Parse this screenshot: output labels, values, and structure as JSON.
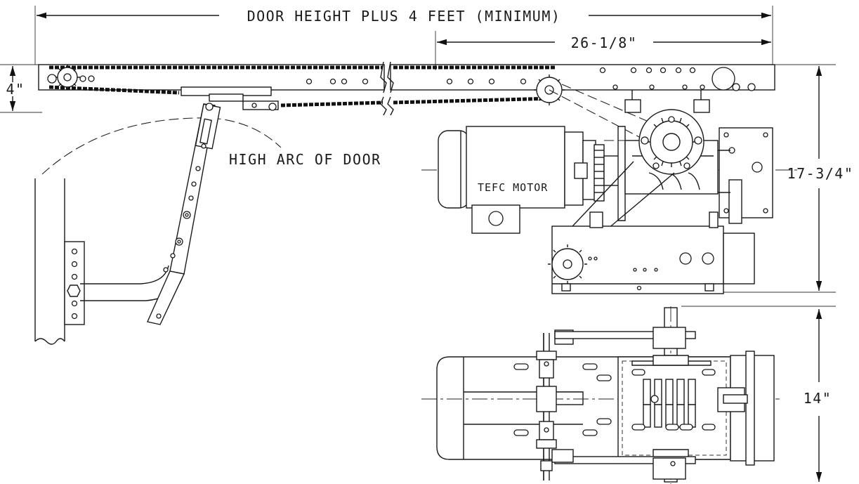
{
  "dimensions": {
    "overall_length": "DOOR HEIGHT PLUS 4 FEET (MINIMUM)",
    "motor_section_length": "26-1/8\"",
    "rail_height": "4\"",
    "unit_height": "17-3/4\"",
    "unit_width": "14\""
  },
  "annotations": {
    "door_arc": "HIGH ARC OF DOOR",
    "motor": "TEFC MOTOR"
  }
}
